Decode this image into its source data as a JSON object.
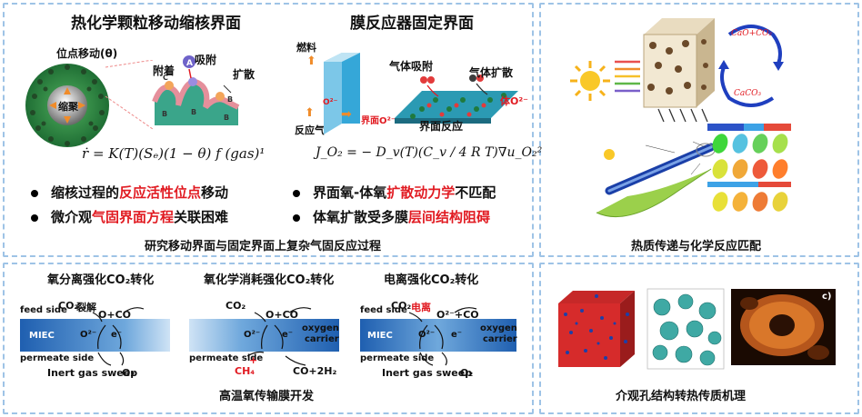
{
  "panel_tl": {
    "title_left": "热化学颗粒移动缩核界面",
    "title_right": "膜反应器固定界面",
    "label_site_move": "位点移动(θ)",
    "label_shrink": "缩聚",
    "label_adsorb": "附着",
    "label_absorb": "吸附",
    "label_diffuse": "扩散",
    "label_fuel": "燃料",
    "label_reactant_gas": "反应气",
    "label_gas_adsorb": "气体吸附",
    "label_gas_diffuse": "气体扩散",
    "label_interface_o2": "界面O²⁻",
    "label_bulk_o2": "体O²⁻",
    "label_interface_reaction": "界面反应",
    "label_o2_arrow": "O²⁻",
    "eq_left": "ṙ = K(T)(Sₑ)(1 − θ) f (gas)¹",
    "eq_right": "J_O₂ = − D_v(T)(C_v / 4 R T)∇u_O₂²",
    "bullets": [
      {
        "pre": "缩核过程的",
        "red": "反应活性位点",
        "post": "移动"
      },
      {
        "pre": "微介观",
        "red": "气固界面方程",
        "post": "关联困难"
      },
      {
        "pre": "界面氧-体氧",
        "red": "扩散动力学",
        "post": "不匹配"
      },
      {
        "pre": "体氧扩散受多膜",
        "red": "层间结构阻碍",
        "post": ""
      }
    ],
    "caption": "研究移动界面与固定界面上复杂气固反应过程"
  },
  "panel_tr": {
    "label_caoco2": "CaO+CO₂",
    "label_caco3": "CaCO₃",
    "caption": "热质传递与化学反应匹配"
  },
  "panel_bl": {
    "titles": [
      "氧分离强化CO₂转化",
      "氧化学消耗强化CO₂转化",
      "电离强化CO₂转化"
    ],
    "m1": {
      "feed": "feed side",
      "co2": "CO₂",
      "split": "裂解",
      "prod": "O+CO",
      "miec": "MIEC",
      "o2": "O²⁻",
      "e": "e⁻",
      "permeate": "permeate side",
      "sweep": "Inert gas sweep",
      "out": "O₂"
    },
    "m2": {
      "co2": "CO₂",
      "prod": "O+CO",
      "oc1": "oxygen",
      "oc2": "carrier",
      "o2": "O²⁻",
      "e": "e⁻",
      "permeate": "permeate side",
      "ch4": "CH₄",
      "plus": "+",
      "out": "CO+2H₂"
    },
    "m3": {
      "feed": "feed side",
      "co2": "CO₂",
      "ion": "电离",
      "prod": "O²⁻+CO",
      "miec": "MIEC",
      "oc1": "oxygen",
      "oc2": "carrier",
      "o2": "O²⁻",
      "e": "e⁻",
      "permeate": "permeate side",
      "sweep": "Inert gas sweep",
      "out": "O₂"
    },
    "caption": "高温氧传输膜开发"
  },
  "panel_br": {
    "label_c": "c)",
    "caption": "介观孔结构转热传质机理"
  }
}
